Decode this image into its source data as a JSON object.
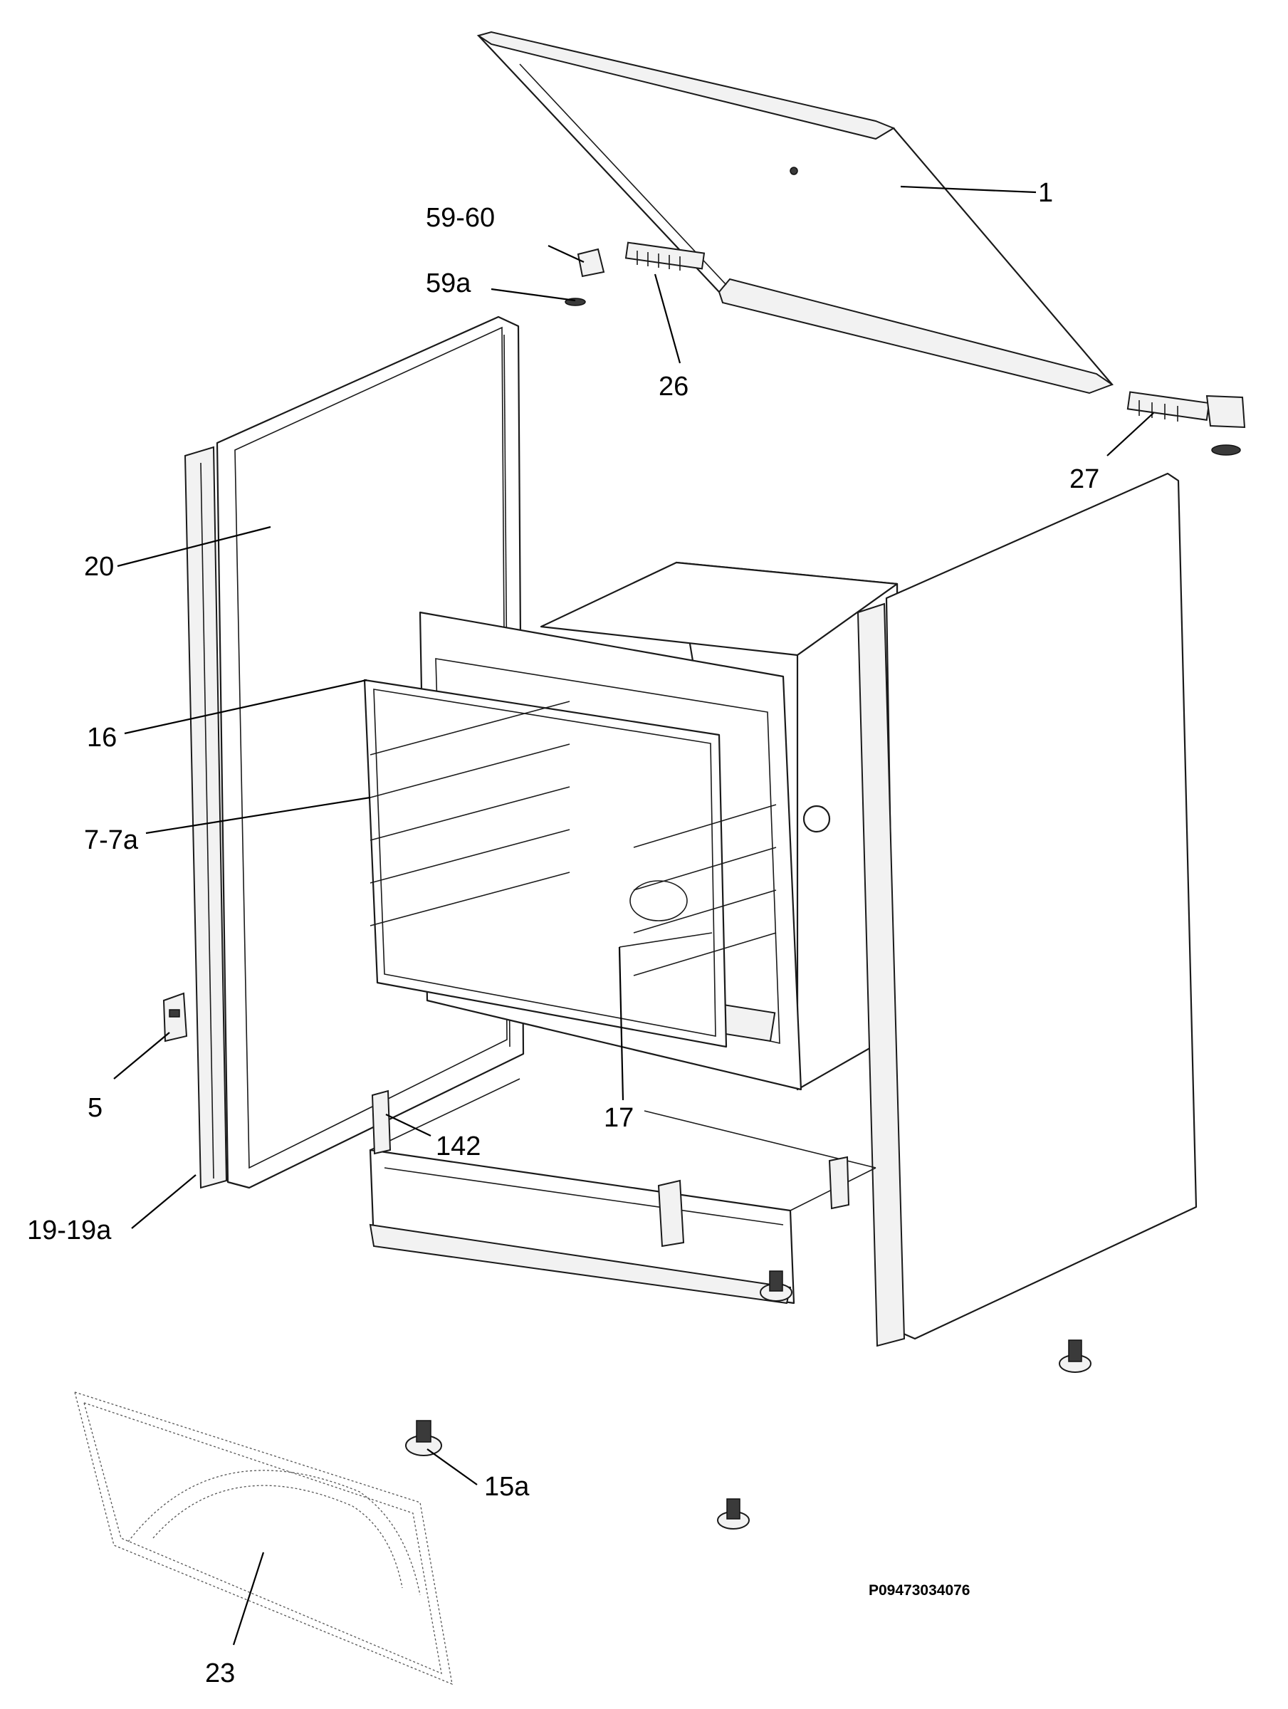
{
  "callouts": [
    {
      "id": "1",
      "label": "1"
    },
    {
      "id": "59-60",
      "label": "59-60"
    },
    {
      "id": "59a",
      "label": "59a"
    },
    {
      "id": "26",
      "label": "26"
    },
    {
      "id": "27",
      "label": "27"
    },
    {
      "id": "20",
      "label": "20"
    },
    {
      "id": "16",
      "label": "16"
    },
    {
      "id": "7-7a",
      "label": "7-7a"
    },
    {
      "id": "5",
      "label": "5"
    },
    {
      "id": "142",
      "label": "142"
    },
    {
      "id": "17",
      "label": "17"
    },
    {
      "id": "19-19a",
      "label": "19-19a"
    },
    {
      "id": "15a",
      "label": "15a"
    },
    {
      "id": "23",
      "label": "23"
    }
  ],
  "drawing_code": "P09473034076"
}
